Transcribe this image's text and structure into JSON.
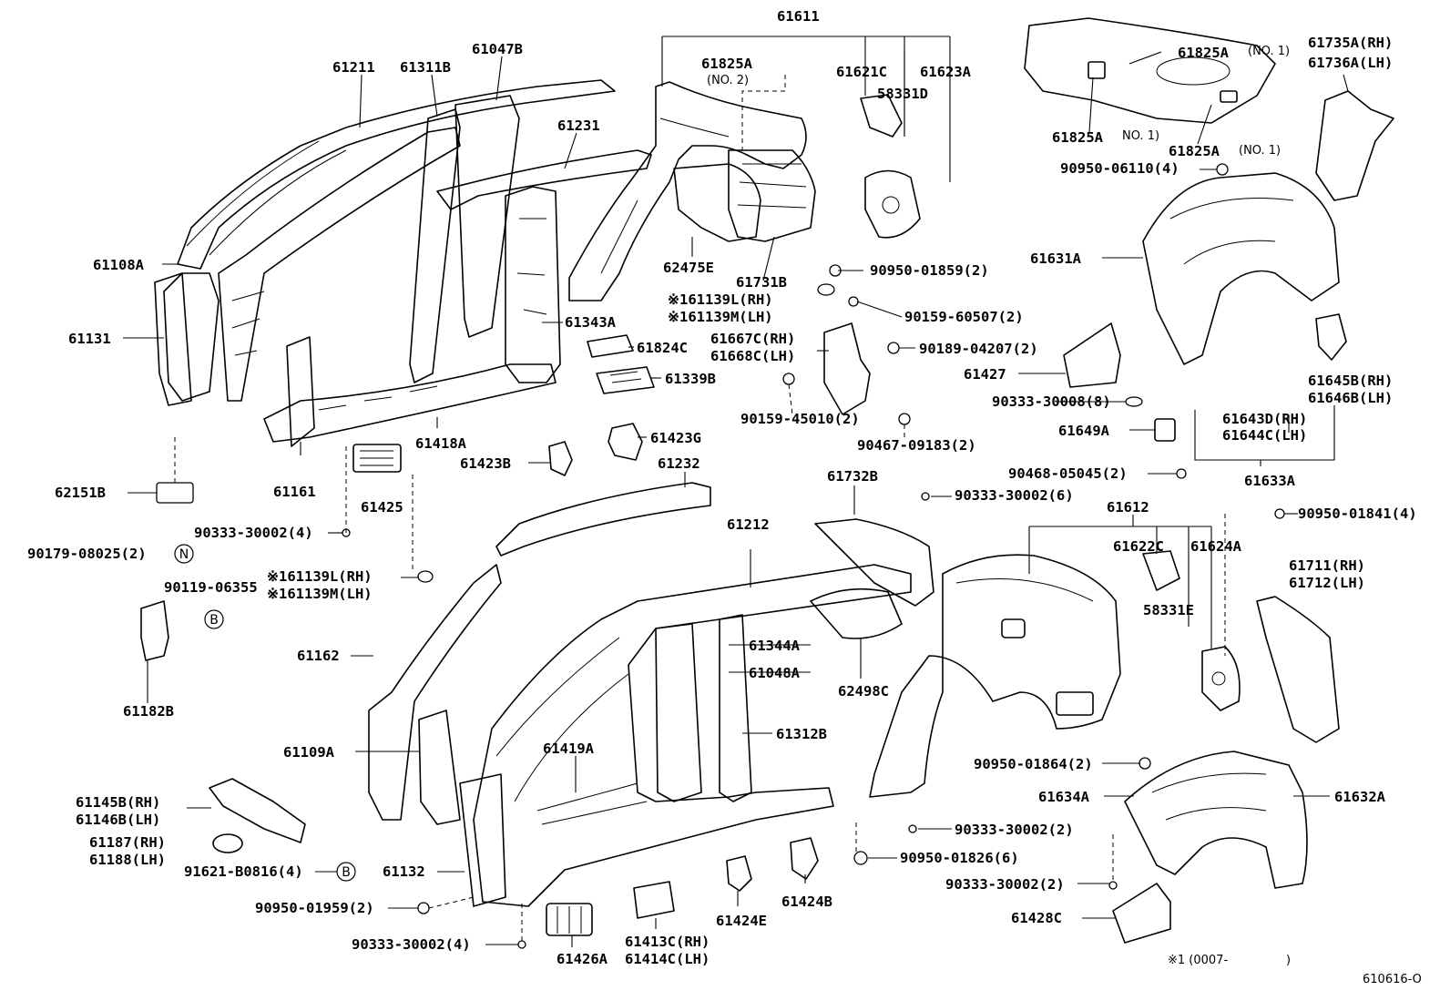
{
  "labels": {
    "p61611": "61611",
    "p61211": "61211",
    "p61311B": "61311B",
    "p61047B": "61047B",
    "p61825A_no2": "61825A",
    "p61825A_no2_note": "(NO. 2)",
    "p61621C": "61621C",
    "p61623A": "61623A",
    "p58331D": "58331D",
    "p61825A_no1_top": "61825A",
    "p61825A_no1_top_note": "(NO. 1)",
    "p61735A": "61735A(RH)",
    "p61736A": "61736A(LH)",
    "p61231": "61231",
    "p61825A_no1_left": "61825A",
    "p61825A_no1_left_note": "NO. 1)",
    "p61825A_no1_right": "61825A",
    "p61825A_no1_right_note": "(NO. 1)",
    "p90950_06110": "90950-06110(4)",
    "p61108A": "61108A",
    "p62475E": "62475E",
    "p90950_01859": "90950-01859(2)",
    "p61631A": "61631A",
    "p61731B": "61731B",
    "p161139L_a": "※161139L(RH)",
    "p161139M_a": "※161139M(LH)",
    "p90159_60507": "90159-60507(2)",
    "p61131": "61131",
    "p61343A": "61343A",
    "p61667C": "61667C(RH)",
    "p61668C": "61668C(LH)",
    "p61824C": "61824C",
    "p90189_04207": "90189-04207(2)",
    "p61427": "61427",
    "p61645B": "61645B(RH)",
    "p61646B": "61646B(LH)",
    "p61339B": "61339B",
    "p90333_30008": "90333-30008(8)",
    "p90159_45010": "90159-45010(2)",
    "p61643D": "61643D(RH)",
    "p61644C": "61644C(LH)",
    "p61418A": "61418A",
    "p61423G": "61423G",
    "p90467_09183": "90467-09183(2)",
    "p61649A": "61649A",
    "p61423B": "61423B",
    "p61232": "61232",
    "p90468_05045": "90468-05045(2)",
    "p61633A": "61633A",
    "p62151B": "62151B",
    "p61161": "61161",
    "p61732B": "61732B",
    "p90333_30002_a": "90333-30002(6)",
    "p61425": "61425",
    "p61612": "61612",
    "p90950_01841": "90950-01841(4)",
    "p90333_30002_b": "90333-30002(4)",
    "p61212": "61212",
    "p61622C": "61622C",
    "p61624A": "61624A",
    "p90179_08025": "90179-08025(2)",
    "p90119_06355": "90119-06355",
    "p161139L_b": "※161139L(RH)",
    "p161139M_b": "※161139M(LH)",
    "p61711": "61711(RH)",
    "p61712": "61712(LH)",
    "p58331E": "58331E",
    "p61162": "61162",
    "p61344A": "61344A",
    "p61048A": "61048A",
    "p62498C": "62498C",
    "p61182B": "61182B",
    "p61109A": "61109A",
    "p61419A": "61419A",
    "p61312B": "61312B",
    "p90950_01864": "90950-01864(2)",
    "p61145B": "61145B(RH)",
    "p61146B": "61146B(LH)",
    "p61634A": "61634A",
    "p61632A": "61632A",
    "p61187": "61187(RH)",
    "p61188": "61188(LH)",
    "p90333_30002_c": "90333-30002(2)",
    "p91621_B0816": "91621-B0816(4)",
    "p61132": "61132",
    "p90950_01826": "90950-01826(6)",
    "p90333_30002_d": "90333-30002(2)",
    "p61424B": "61424B",
    "p90950_01959": "90950-01959(2)",
    "p61424E": "61424E",
    "p61428C": "61428C",
    "p90333_30002_e": "90333-30002(4)",
    "p61413C": "61413C(RH)",
    "p61414C": "61414C(LH)",
    "p61426A": "61426A",
    "footnote": "※1 (0007-",
    "footnote_close": ")",
    "diagram_id": "610616-O"
  },
  "tags": {
    "N": "N",
    "B1": "B",
    "B2": "B"
  }
}
